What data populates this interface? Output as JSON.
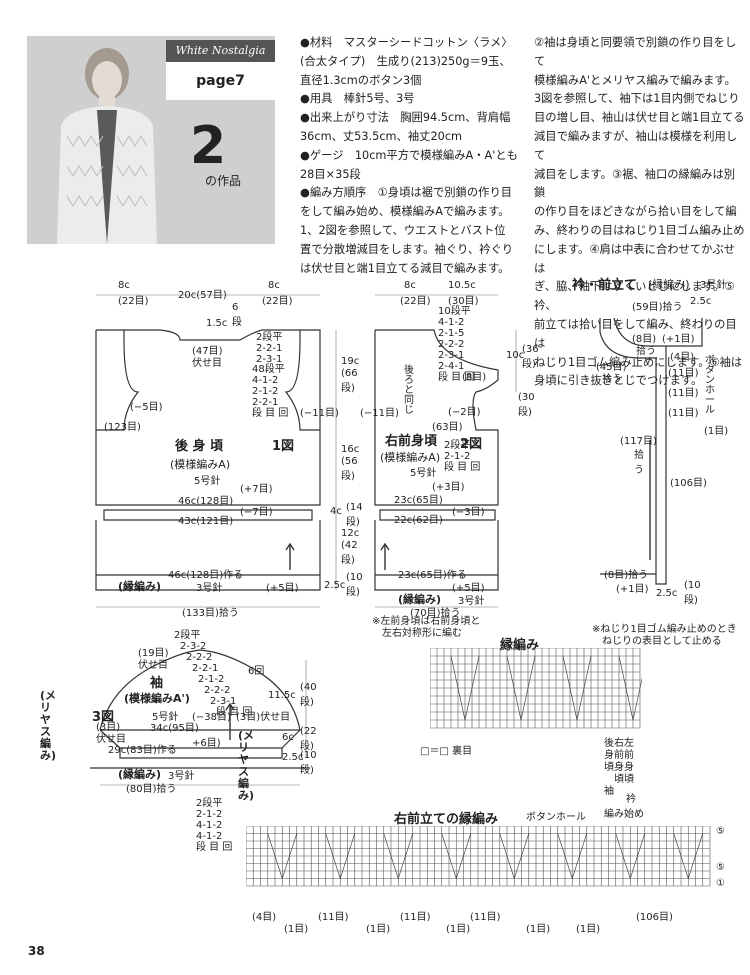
{
  "header": {
    "badge": "White Nostalgia",
    "page_label": "page7",
    "work_number": "2",
    "work_suffix": "の作品"
  },
  "text": {
    "col1": "●材料　マスターシードコットン〈ラメ〉\n(合太タイプ)　生成り(213)250g＝9玉、\n直径1.3cmのボタン3個\n●用具　棒針5号、3号\n●出来上がり寸法　胸囲94.5cm、背肩幅\n36cm、丈53.5cm、袖丈20cm\n●ゲージ　10cm平方で模様編みA・A'とも\n28目×35段\n●編み方順序　①身頃は裾で別鎖の作り目\nをして編み始め、模様編みAで編みます。\n1、2図を参照して、ウエストとバスト位\n置で分散増減目をします。袖ぐり、衿ぐり\nは伏せ目と端1目立てる減目で編みます。",
    "col2": "②袖は身頃と同要領で別鎖の作り目をして\n模様編みA'とメリヤス編みで編みます。\n3図を参照して、袖下は1目内側でねじり\n目の増し目、袖山は伏せ目と端1目立てる\n減目で編みますが、袖山は模様を利用して\n減目をします。③裾、袖口の縁編みは別鎖\nの作り目をほどきながら拾い目をして編\nみ、終わりの目はねじり1目ゴム編み止め\nにします。④肩は中表に合わせてかぶせは\nぎ、脇、袖下はすくいとじにします。⑤衿、\n前立ては拾い目をして編み、終わりの目は\nねじり1目ゴム編み止めにします。⑥袖は\n身頃に引き抜きとじでつけます。"
  },
  "back": {
    "title": "後 身 頃",
    "fig": "1図",
    "pattern": "(模様編みA)",
    "needle": "5号針",
    "top_left": "8c",
    "top_left_st": "(22目)",
    "top_mid": "20c(57目)",
    "top_right": "8c",
    "top_right_st": "(22目)",
    "neck_rows": "6段",
    "shoulder_drop": "1.5c",
    "neck_st": "(47目)",
    "neck_bind": "伏せ目",
    "neck_dec": [
      "2段平",
      "2-2-1",
      "2-3-1"
    ],
    "arm_dec": [
      "48段平",
      "4-1-2",
      "2-1-2",
      "2-2-1",
      "段 目 回"
    ],
    "arm_left": "(−5目)",
    "arm_right": "(−11目)",
    "chest_st": "(123目)",
    "armhole_len": "19c",
    "armhole_rows": "(66段)",
    "body_len": "16c",
    "body_rows": "(56段)",
    "plus7": "(+7目)",
    "w46": "46c(128目)",
    "minus7": "(−7目)",
    "w43": "43c(121目)",
    "waist_len": "4c",
    "waist_rows": "(14段)",
    "lower_len": "12c",
    "lower_rows": "(42段)",
    "cast_on": "46c(128目)作る",
    "edge": "(縁編み)",
    "edge_needle": "3号針",
    "plus5": "(+5目)",
    "edge_len": "2.5c",
    "edge_rows": "(10段)",
    "pickup": "(133目)拾う"
  },
  "front": {
    "title": "右前身頃",
    "fig": "2図",
    "pattern": "(模様編みA)",
    "needle": "5号針",
    "top_left": "8c",
    "top_left_st": "(22目)",
    "top_right": "10.5c",
    "top_right_st": "(30目)",
    "neck_dec": [
      "10段平",
      "4-1-2",
      "2-1-5",
      "2-2-2",
      "2-3-1",
      "2-4-1",
      "段 目 回"
    ],
    "neck_st": "(8目)",
    "neck_h": "10c",
    "neck_rows": "(36段)",
    "neck_rows2": "(30段)",
    "after": "後ろと同じ",
    "arm_left": "(−11目)",
    "arm_right": "(−2目)",
    "chest_st": "(63目)",
    "dec_steps": [
      "2段平",
      "2-1-2",
      "段 目 回"
    ],
    "plus3": "(+3目)",
    "w23": "23c(65目)",
    "minus3": "(−3目)",
    "w22": "22c(62目)",
    "cast_on": "23c(65目)作る",
    "plus5": "(+5目)",
    "edge": "(縁編み)",
    "edge_needle": "3号針",
    "pickup": "(70目)拾う",
    "note": "※左前身頃は右前身頃と\n　左右対称形に編む"
  },
  "collar": {
    "title": "衿・前立て",
    "sub": "(縁編み)",
    "needle": "3号針",
    "pick59": "(59目)拾う",
    "w25": "2.5c",
    "st8": "(8目)",
    "plus1": "(+1目)",
    "pick": "拾う",
    "st45": "(45目)",
    "pick2": "拾う",
    "st4": "(4目)",
    "st11a": "(11目)",
    "st11b": "(11目)",
    "st11c": "(11目)",
    "st1": "(1目)",
    "buttonhole": "ボタンホール",
    "st117": "(117目)",
    "pick3": "拾う",
    "st106": "(106目)",
    "st8b": "(8目)拾う",
    "plus1b": "(+1目)",
    "w25b": "2.5c",
    "rows10": "(10段)"
  },
  "sleeve": {
    "title": "袖",
    "pattern": "(模様編みA')",
    "fig": "3図",
    "needle": "5号針",
    "side": "(メリヤス編み)",
    "side2": "(メリヤス編み)",
    "top_dec": [
      "2段平",
      "2-3-2",
      "2-2-2",
      "2-2-1",
      "2-1-2",
      "2-2-2",
      "2-3-1",
      "段 目 回"
    ],
    "six": "6回",
    "st19": "(19目)",
    "bind1": "伏せ目",
    "minus38": "(−38目)",
    "st3": "(3目)伏せ目",
    "st3b": "(3目)",
    "bind2": "伏せ目",
    "w34": "34c(95目)",
    "plus6": "+6目)",
    "cast": "29c(83目)作る",
    "edge": "(縁編み)",
    "edge_needle": "3号針",
    "pickup": "(80目)拾う",
    "h115": "11.5c",
    "rows40": "(40段)",
    "h6": "6c",
    "rows22": "(22段)",
    "h25": "2.5c",
    "rows10": "(10段)",
    "inc_steps": [
      "2段平",
      "2-1-2",
      "4-1-2",
      "4-1-2",
      "段 目 回"
    ]
  },
  "ribchart": {
    "title": "縁編み",
    "note": "※ねじり1目ゴム編み止めのとき\n　ねじりの表目として止める",
    "legend_box": "□＝□ 裏目",
    "labels": "後右左\n身前前\n頃身身\n　頃頃\n袖",
    "collar": "衿",
    "start": "編み始め"
  },
  "frontchart": {
    "title": "右前立ての縁編み",
    "buttonhole": "ボタンホール",
    "row5": "⑤",
    "row1": "①",
    "dim": [
      "(4目)",
      "(11目)",
      "(11目)",
      "(11目)",
      "(106目)"
    ],
    "one": "(1目)"
  },
  "page_number": "38"
}
